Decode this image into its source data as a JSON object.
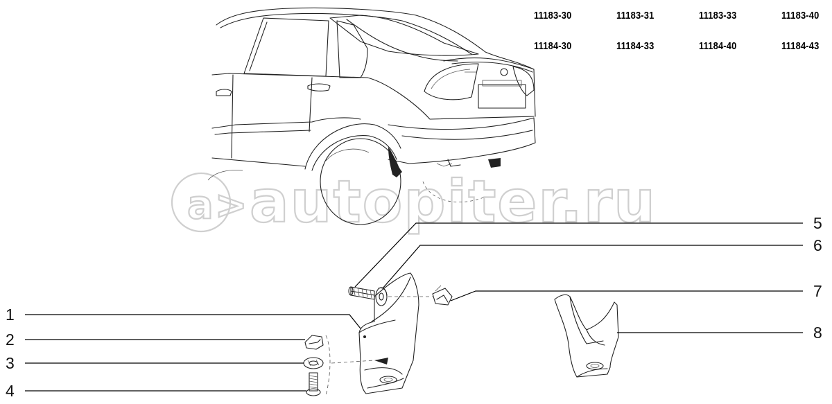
{
  "model_codes": {
    "row1": [
      "11183-30",
      "11183-31",
      "11183-33",
      "11183-40"
    ],
    "row2": [
      "11184-30",
      "11184-33",
      "11184-40",
      "11184-43"
    ]
  },
  "watermark": "autopiter.ru",
  "callouts": [
    "1",
    "2",
    "3",
    "4",
    "5",
    "6",
    "7",
    "8"
  ]
}
